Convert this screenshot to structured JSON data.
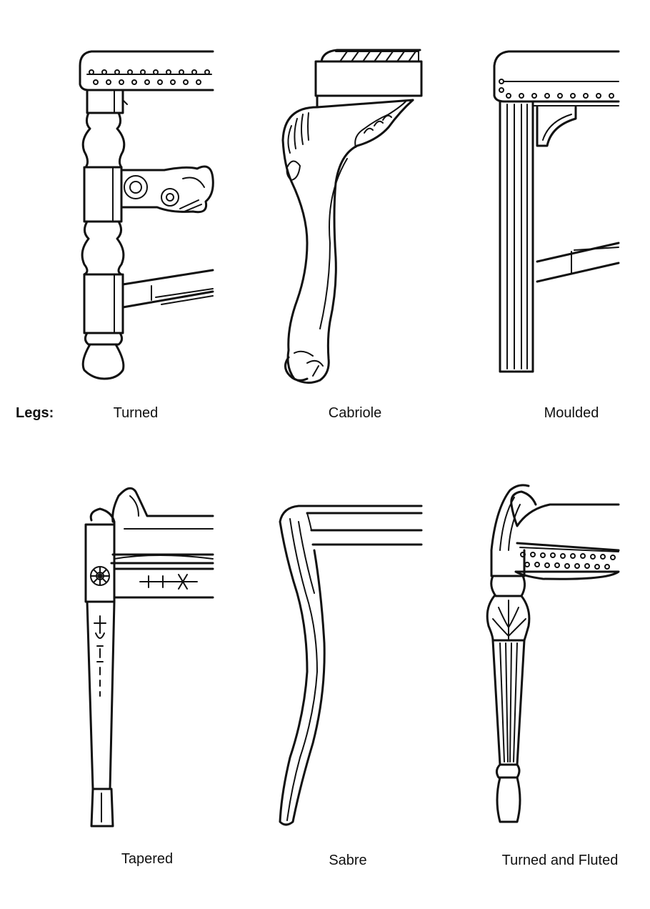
{
  "heading": "Legs:",
  "items": [
    {
      "label": "Turned"
    },
    {
      "label": "Cabriole"
    },
    {
      "label": "Moulded"
    },
    {
      "label": "Tapered"
    },
    {
      "label": "Sabre"
    },
    {
      "label": "Turned and Fluted"
    }
  ]
}
